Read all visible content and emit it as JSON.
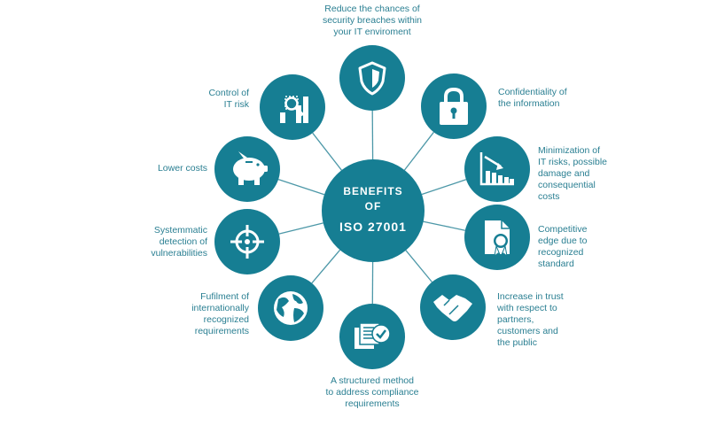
{
  "hub": {
    "line1": "BENEFITS",
    "line2": "OF",
    "line3": "ISO 27001"
  },
  "colors": {
    "teal": "#167e93",
    "line": "#4d98a8",
    "text": "#2a7f92",
    "white": "#ffffff"
  },
  "benefits": [
    {
      "id": "security",
      "icon": "shield-icon",
      "lines": [
        "Reduce the chances of",
        "security breaches within",
        "your IT enviroment"
      ]
    },
    {
      "id": "confidentiality",
      "icon": "padlock-icon",
      "lines": [
        "Confidentiality of",
        "the information"
      ]
    },
    {
      "id": "minimization",
      "icon": "declining-chart-icon",
      "lines": [
        "Minimization of",
        "IT risks, possible",
        "damage and",
        "consequential",
        "costs"
      ]
    },
    {
      "id": "competitive",
      "icon": "certificate-icon",
      "lines": [
        "Competitive",
        "edge due to",
        "recognized",
        "standard"
      ]
    },
    {
      "id": "trust",
      "icon": "handshake-icon",
      "lines": [
        "Increase in trust",
        "with respect to",
        "partners,",
        "customers and",
        "the public"
      ]
    },
    {
      "id": "structured",
      "icon": "checked-documents-icon",
      "lines": [
        "A structured method",
        "to address compliance",
        "requirements"
      ]
    },
    {
      "id": "fulfilment",
      "icon": "globe-icon",
      "lines": [
        "Fufilment of",
        "internationally",
        "recognized",
        "requirements"
      ]
    },
    {
      "id": "detection",
      "icon": "crosshair-icon",
      "lines": [
        "Systemmatic",
        "detection of",
        "vulnerabilities"
      ]
    },
    {
      "id": "costs",
      "icon": "piggy-bank-icon",
      "lines": [
        "Lower costs"
      ]
    },
    {
      "id": "control",
      "icon": "magnified-chart-icon",
      "lines": [
        "Control of",
        "IT risk"
      ]
    }
  ]
}
